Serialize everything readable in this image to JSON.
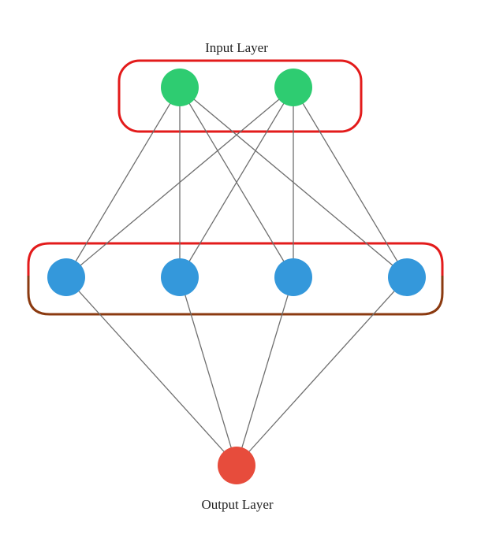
{
  "diagram": {
    "input_label": "Input Layer",
    "output_label": "Output Layer"
  },
  "layers": {
    "input": {
      "count": 2,
      "color": "#2ecc71"
    },
    "hidden": {
      "count": 4,
      "color": "#3498db"
    },
    "output": {
      "count": 1,
      "color": "#e74c3c"
    }
  },
  "colors": {
    "box_border": "#e31b1b",
    "box_border_bottom": "#8b3a10",
    "edge": "#6f6f6f",
    "text": "#222222"
  }
}
